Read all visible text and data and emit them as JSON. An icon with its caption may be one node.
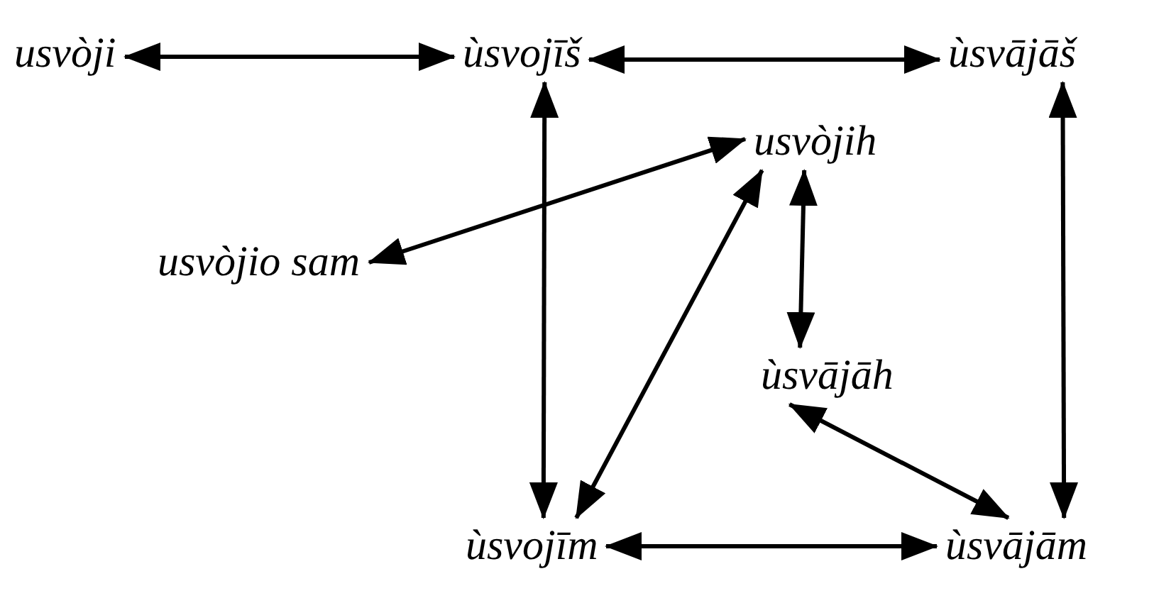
{
  "diagram": {
    "nodes": [
      {
        "text": [
          "usvòji"
        ]
      },
      {
        "text": [
          "ùsvojīš"
        ]
      },
      {
        "text": [
          "ùsvājāš"
        ]
      },
      {
        "text": [
          "usvòjih"
        ]
      },
      {
        "text": [
          "usvòjio sam"
        ]
      },
      {
        "text": [
          "ùsvājāh"
        ]
      },
      {
        "text": [
          "ùsvojīm"
        ]
      },
      {
        "text": [
          "ùsvājām"
        ]
      }
    ],
    "edges": [
      {
        "from": 0,
        "to": 1,
        "arrow": "both"
      },
      {
        "from": 1,
        "to": 2,
        "arrow": "both"
      },
      {
        "from": 1,
        "to": 6,
        "arrow": "both"
      },
      {
        "from": 2,
        "to": 7,
        "arrow": "both"
      },
      {
        "from": 3,
        "to": 4,
        "arrow": "both"
      },
      {
        "from": 3,
        "to": 6,
        "arrow": "both"
      },
      {
        "from": 3,
        "to": 5,
        "arrow": "both"
      },
      {
        "from": 5,
        "to": 7,
        "arrow": "both"
      },
      {
        "from": 6,
        "to": 7,
        "arrow": "both"
      }
    ]
  }
}
